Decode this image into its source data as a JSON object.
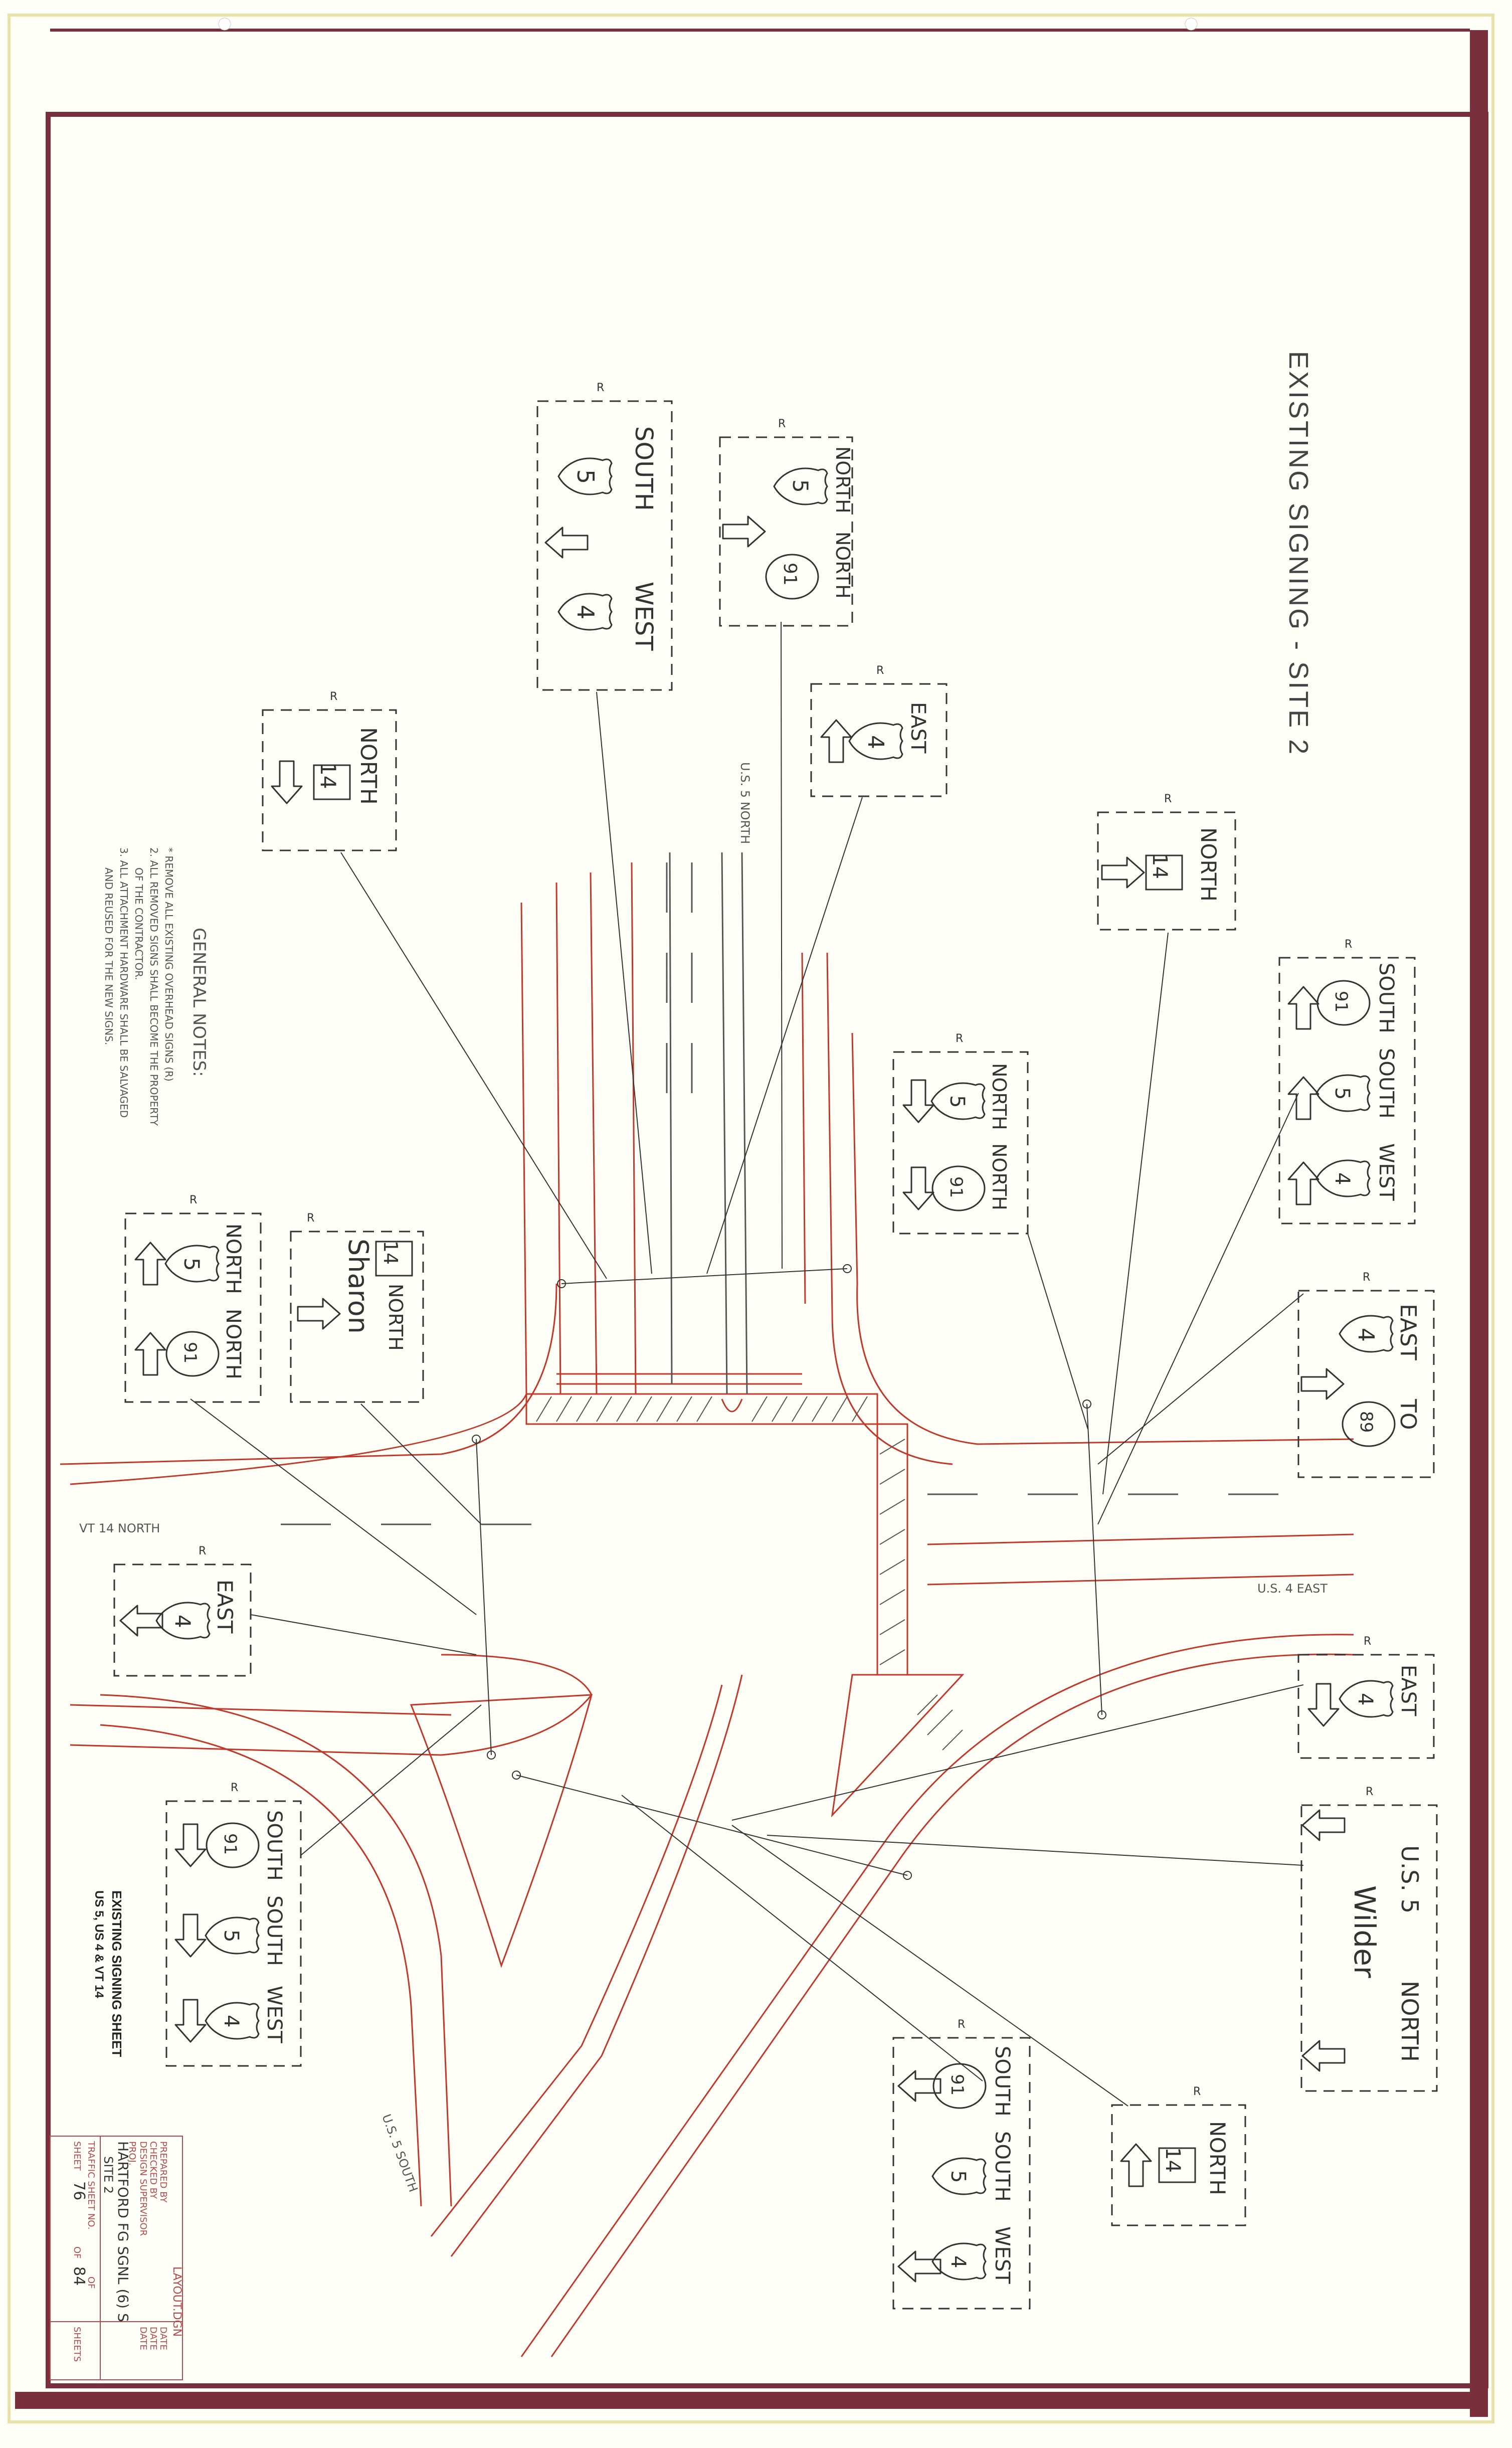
{
  "title": "EXISTING SIGNING - SITE 2",
  "sheet_label": {
    "line1": "EXISTING SIGNING SHEET",
    "line2": "US 5, US 4 & VT 14"
  },
  "general_notes": {
    "heading": "GENERAL NOTES:",
    "items": [
      "* REMOVE ALL EXISTING OVERHEAD SIGNS (R)",
      "2. ALL REMOVED SIGNS SHALL BECOME THE PROPERTY",
      "OF THE CONTRACTOR.",
      "3. ALL ATTACHMENT HARDWARE SHALL BE SALVAGED",
      "AND REUSED FOR THE NEW SIGNS."
    ]
  },
  "road_labels": {
    "us5_north": "U.S. 5 NORTH",
    "vt14_north": "VT 14 NORTH",
    "us4_east": "U.S. 4 EAST",
    "us5_south": "U.S. 5 SOUTH"
  },
  "removal_mark": "R",
  "signs": {
    "top_sw": {
      "dir1": "SOUTH",
      "dir2": "WEST",
      "r1": "5",
      "r2": "4"
    },
    "top_nn": {
      "dir1": "NORTH",
      "dir2": "NORTH",
      "r1": "5",
      "r2": "91"
    },
    "vt14_north_down": {
      "dir": "NORTH",
      "route": "14"
    },
    "east4_top": {
      "dir": "EAST",
      "route": "4"
    },
    "vt14_north_right": {
      "dir": "NORTH",
      "route": "14"
    },
    "ssw_right": {
      "dir1": "SOUTH",
      "dir2": "SOUTH",
      "dir3": "WEST",
      "r1": "91",
      "r2": "5",
      "r3": "4"
    },
    "nn_mid": {
      "dir1": "NORTH",
      "dir2": "NORTH",
      "r1": "5",
      "r2": "91"
    },
    "nn_left": {
      "dir1": "NORTH",
      "dir2": "NORTH",
      "r1": "5",
      "r2": "91"
    },
    "sharon": {
      "route": "14",
      "dir": "NORTH",
      "town": "Sharon"
    },
    "east_to": {
      "dir": "EAST",
      "to": "TO",
      "r1": "4",
      "r2": "89"
    },
    "east4_left": {
      "dir": "EAST",
      "route": "4"
    },
    "east4_right": {
      "dir": "EAST",
      "route": "4"
    },
    "wilder": {
      "route": "U.S. 5",
      "dir": "NORTH",
      "town": "Wilder"
    },
    "ssw_left": {
      "dir1": "SOUTH",
      "dir2": "SOUTH",
      "dir3": "WEST",
      "r1": "91",
      "r2": "5",
      "r3": "4"
    },
    "ssw_bottom": {
      "dir1": "SOUTH",
      "dir2": "SOUTH",
      "dir3": "WEST",
      "r1": "91",
      "r2": "5",
      "r3": "4"
    },
    "vt14_north_bottom": {
      "dir": "NORTH",
      "route": "14"
    }
  },
  "title_block": {
    "layout": "LAYOUT.DGN",
    "prepared_by": "PREPARED BY",
    "checked_by": "CHECKED BY",
    "design_supervisor": "DESIGN SUPERVISOR",
    "date": "DATE",
    "proj": "PROJ.",
    "project_name": "HARTFORD FG SGNL (6) S",
    "site": "SITE 2",
    "traffic_sheet_no": "TRAFFIC SHEET NO.",
    "sheet": "SHEET",
    "sheet_no": "76",
    "of": "OF",
    "total": "84",
    "sheets": "SHEETS"
  },
  "colors": {
    "border": "#7a2f3c",
    "road": "#c0392b",
    "ink": "#333333",
    "paper": "#fffef7"
  }
}
